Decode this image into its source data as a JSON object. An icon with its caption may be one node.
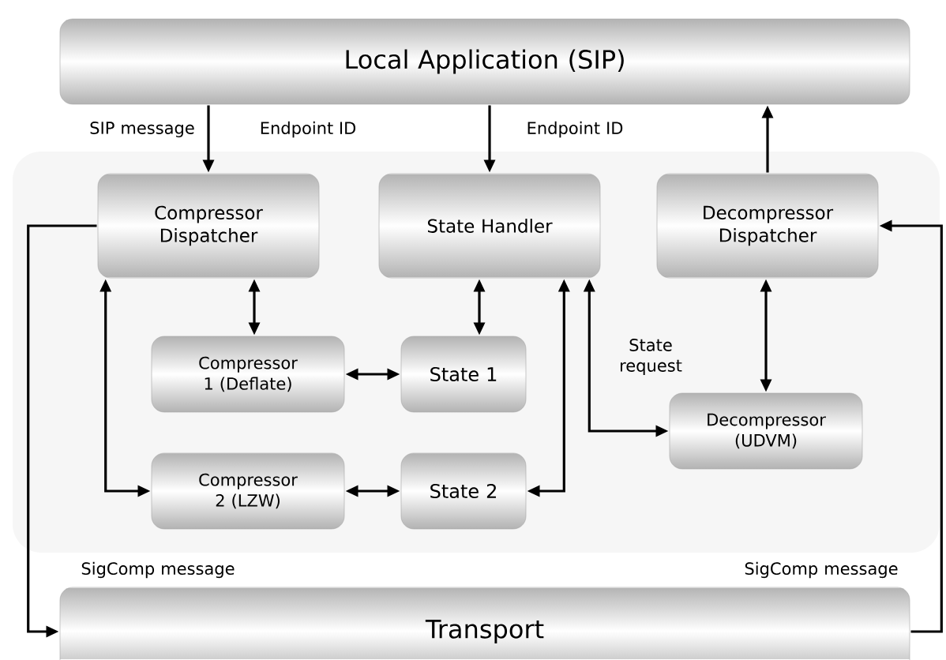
{
  "diagram": {
    "nodes": [
      {
        "text": [
          "Local Application (SIP)"
        ]
      },
      {
        "text": [
          "Compressor Dispatcher"
        ]
      },
      {
        "text": [
          "State Handler"
        ]
      },
      {
        "text": [
          "Decompressor Dispatcher"
        ]
      },
      {
        "text": [
          "Compressor 1 (Deflate)"
        ]
      },
      {
        "text": [
          "State 1"
        ]
      },
      {
        "text": [
          "Decompressor (UDVM)"
        ]
      },
      {
        "text": [
          "Compressor 2 (LZW)"
        ]
      },
      {
        "text": [
          "State 2"
        ]
      },
      {
        "text": [
          "Transport"
        ]
      }
    ],
    "edges": [
      {
        "from": 0,
        "to": 1,
        "arrow": "to",
        "label": "SIP message"
      },
      {
        "from": 0,
        "to": 2,
        "arrow": "to",
        "label": "Endpoint ID"
      },
      {
        "from": 3,
        "to": 0,
        "arrow": "to"
      },
      {
        "from": 1,
        "to": 4,
        "arrow": "both"
      },
      {
        "from": 2,
        "to": 5,
        "arrow": "both"
      },
      {
        "from": 4,
        "to": 5,
        "arrow": "both"
      },
      {
        "from": 7,
        "to": 8,
        "arrow": "both"
      },
      {
        "from": 3,
        "to": 6,
        "arrow": "both"
      },
      {
        "from": 1,
        "to": 9,
        "arrow": "to",
        "label": "SigComp message"
      },
      {
        "from": 9,
        "to": 3,
        "arrow": "to",
        "label": "SigComp message"
      },
      {
        "from": 1,
        "to": 7,
        "arrow": "both"
      },
      {
        "from": 2,
        "to": 8,
        "arrow": "both"
      },
      {
        "from": 2,
        "to": 6,
        "arrow": "both",
        "label": "State request"
      }
    ],
    "labels": [
      "Endpoint ID"
    ]
  }
}
